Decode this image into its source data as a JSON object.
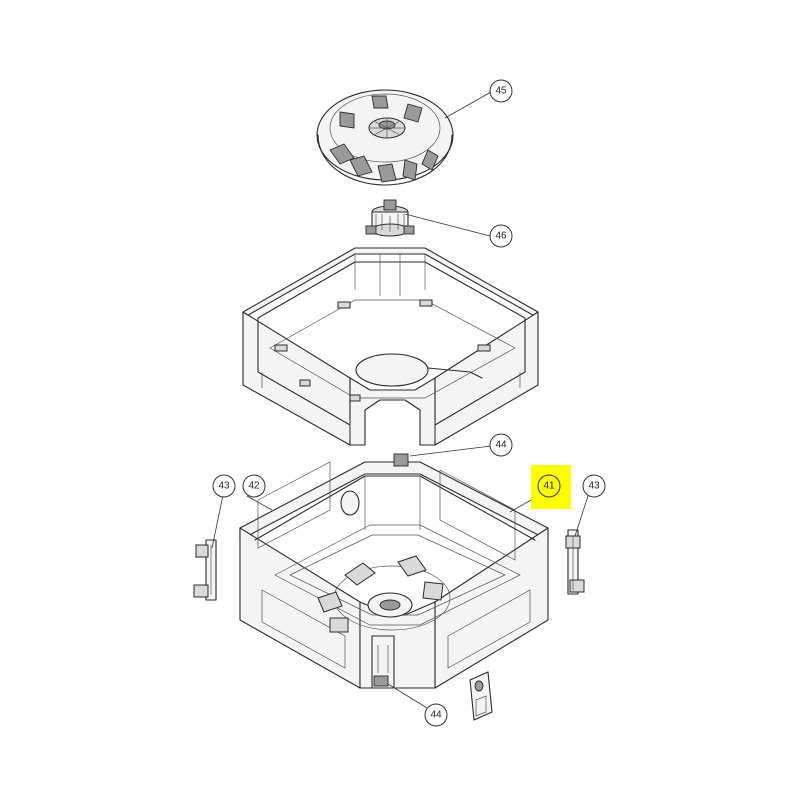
{
  "highlight_color": "#ffff00",
  "callouts": [
    {
      "id": "c45",
      "label": "45",
      "part": "fan-impeller"
    },
    {
      "id": "c46",
      "label": "46",
      "part": "fan-motor"
    },
    {
      "id": "c44a",
      "label": "44",
      "part": "bracket-upper"
    },
    {
      "id": "c41",
      "label": "41",
      "part": "frame-body",
      "highlighted": true
    },
    {
      "id": "c42",
      "label": "42",
      "part": "frame-body-left"
    },
    {
      "id": "c43a",
      "label": "43",
      "part": "hanger-left"
    },
    {
      "id": "c43b",
      "label": "43",
      "part": "hanger-right"
    },
    {
      "id": "c44b",
      "label": "44",
      "part": "bracket-lower"
    }
  ]
}
